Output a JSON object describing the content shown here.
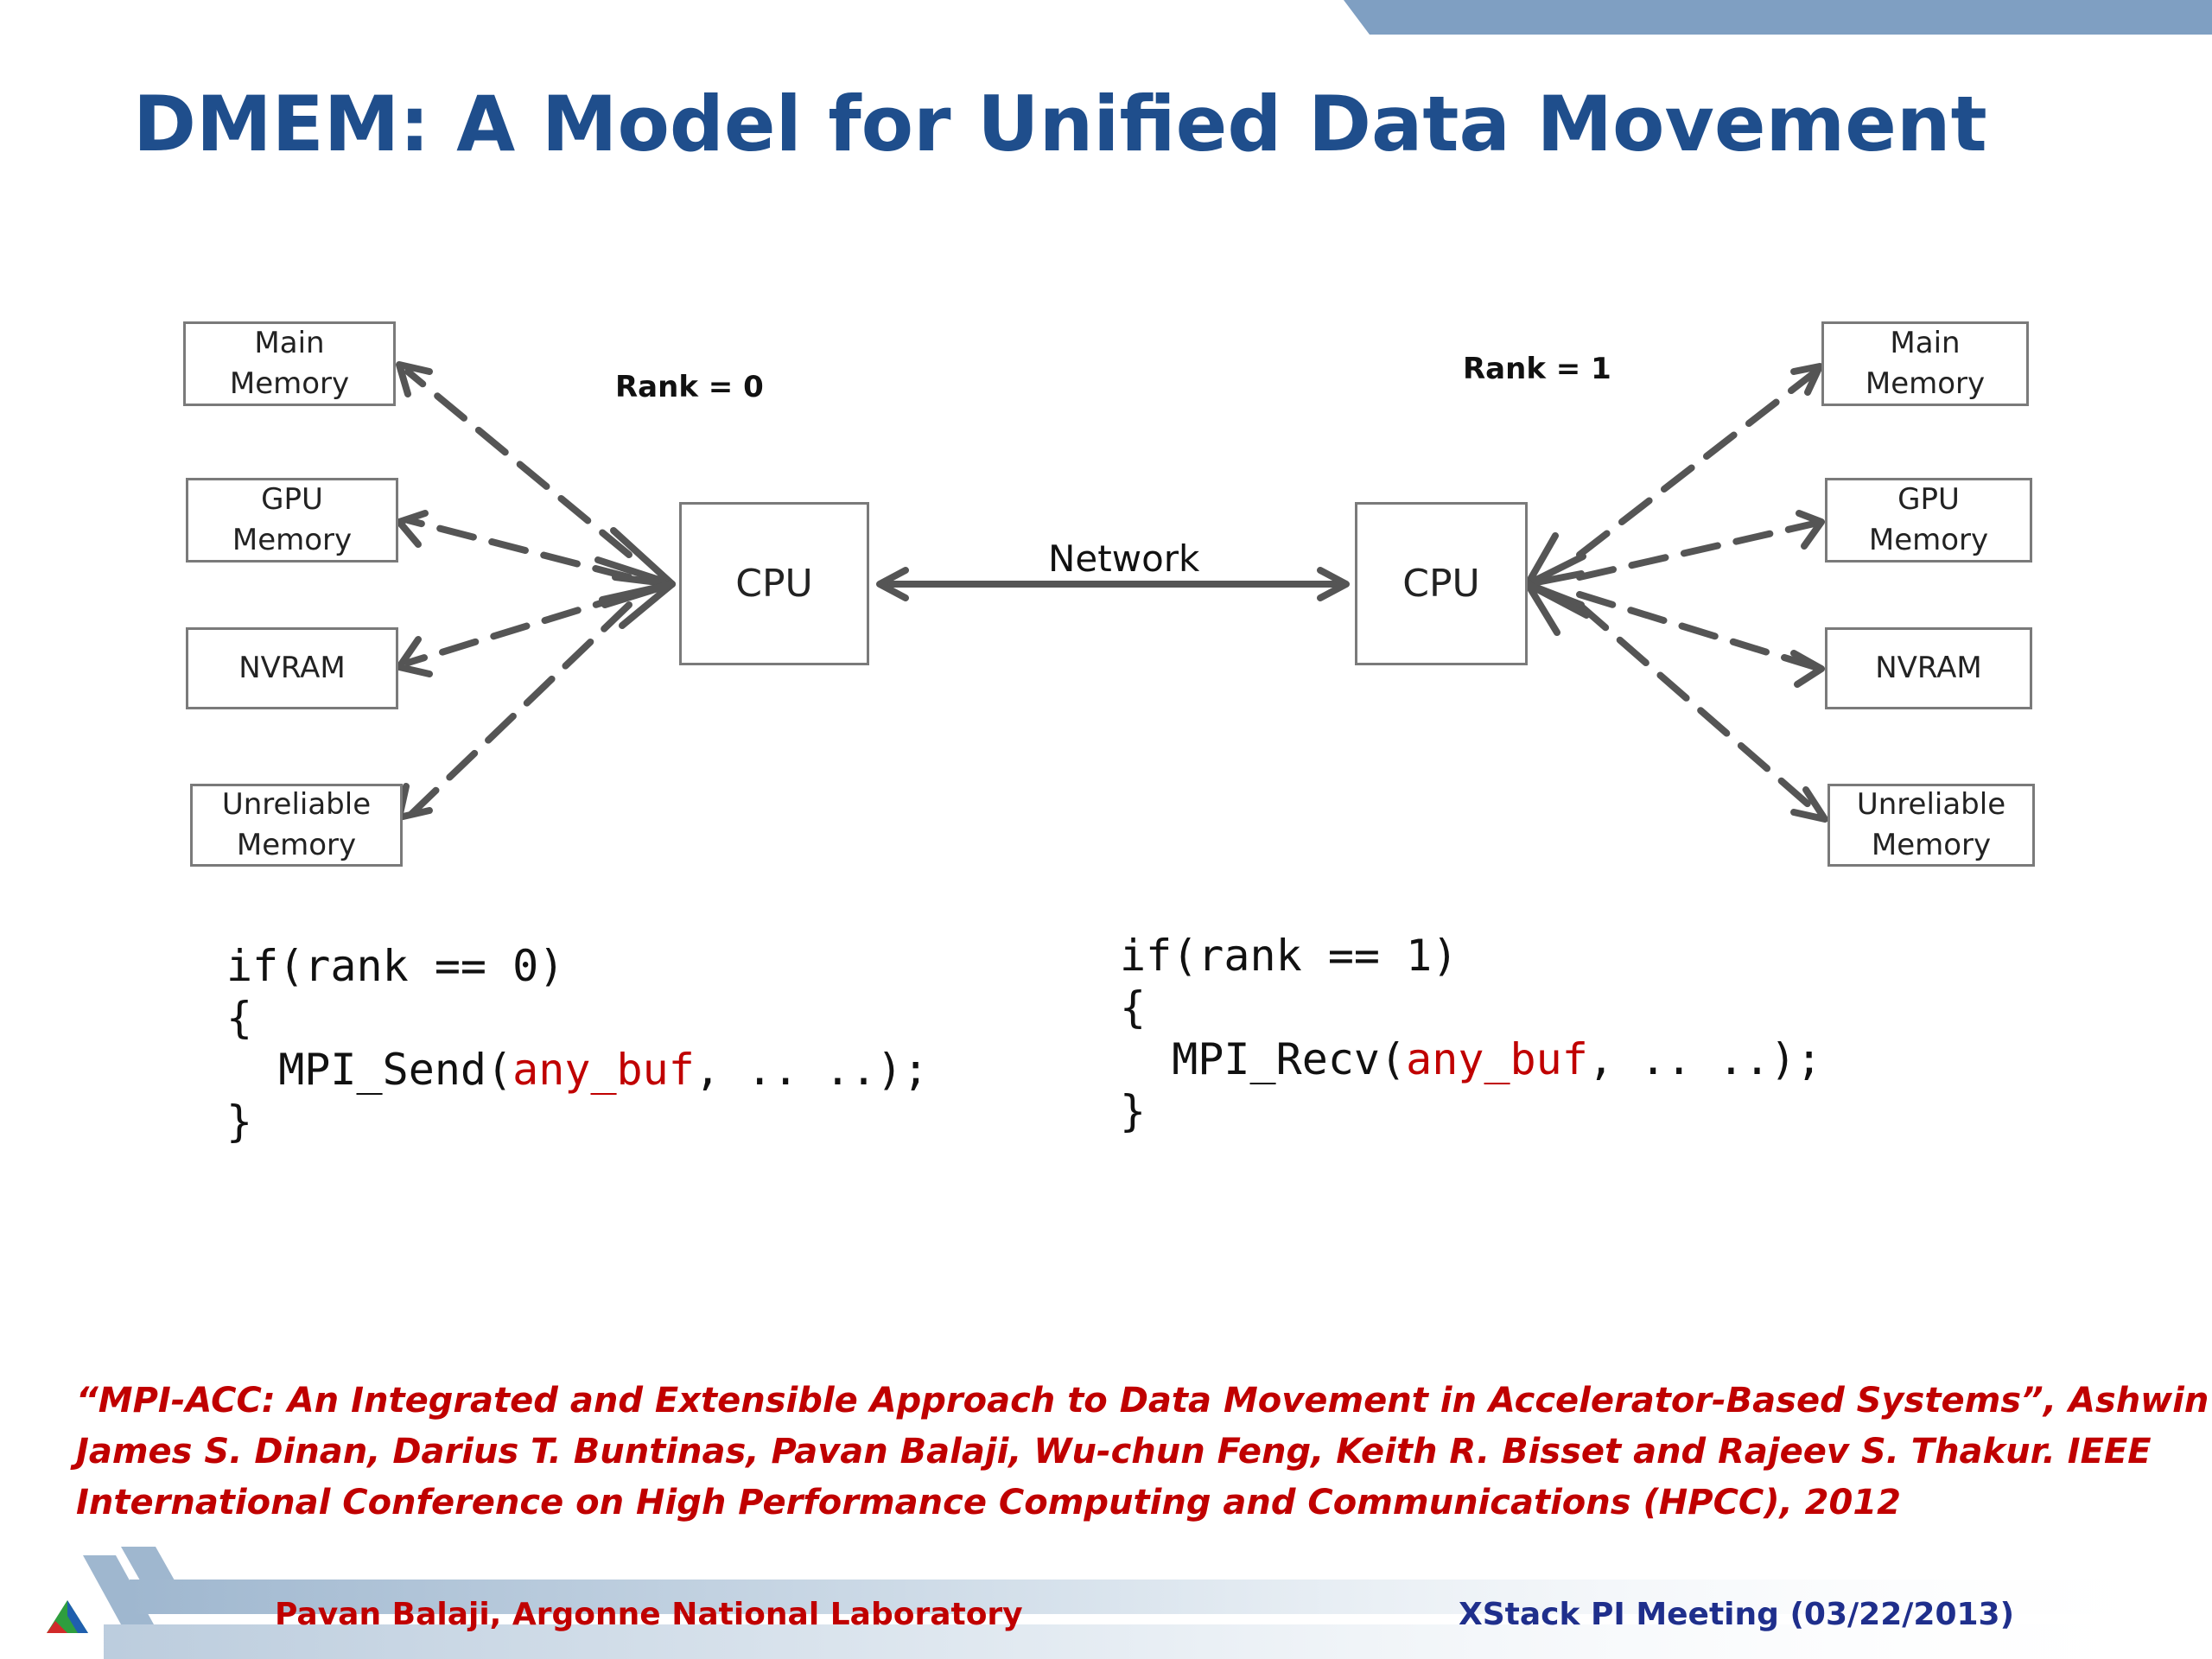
{
  "title": "DMEM: A Model for Unified Data Movement",
  "colors": {
    "title": "#1f4e8c",
    "accent_red": "#c00000",
    "footer_blue": "#1f2f8c",
    "band": "#7f9fc2",
    "arrow": "#555555",
    "box_border": "#7a7a7a"
  },
  "diagram": {
    "left": {
      "rank_label": "Rank = 0",
      "cpu_label": "CPU",
      "memories": [
        {
          "line1": "Main",
          "line2": "Memory"
        },
        {
          "line1": "GPU",
          "line2": "Memory"
        },
        {
          "line1": "NVRAM",
          "line2": ""
        },
        {
          "line1": "Unreliable",
          "line2": "Memory"
        }
      ]
    },
    "right": {
      "rank_label": "Rank = 1",
      "cpu_label": "CPU",
      "memories": [
        {
          "line1": "Main",
          "line2": "Memory"
        },
        {
          "line1": "GPU",
          "line2": "Memory"
        },
        {
          "line1": "NVRAM",
          "line2": ""
        },
        {
          "line1": "Unreliable",
          "line2": "Memory"
        }
      ]
    },
    "network_label": "Network"
  },
  "code": {
    "left": {
      "line1": "if(rank == 0)",
      "line2": "{",
      "call_prefix": "  MPI_Send(",
      "call_arg": "any_buf",
      "call_suffix": ", .. ..);",
      "line4": "}"
    },
    "right": {
      "line1": "if(rank == 1)",
      "line2": "{",
      "call_prefix": "  MPI_Recv(",
      "call_arg": "any_buf",
      "call_suffix": ", .. ..);",
      "line4": "}"
    }
  },
  "citation": {
    "line1": "“MPI-ACC: An Integrated and Extensible Approach to Data Movement in Accelerator-Based Systems”, Ashwin Aji,",
    "line2": "James S. Dinan, Darius T. Buntinas, Pavan Balaji, Wu-chun Feng, Keith R. Bisset and Rajeev S. Thakur. IEEE",
    "line3": "International Conference on High Performance Computing and Communications (HPCC), 2012"
  },
  "footer": {
    "left": "Pavan Balaji, Argonne National Laboratory",
    "right": "XStack PI Meeting (03/22/2013)",
    "logo": "argonne-triangle-logo"
  }
}
